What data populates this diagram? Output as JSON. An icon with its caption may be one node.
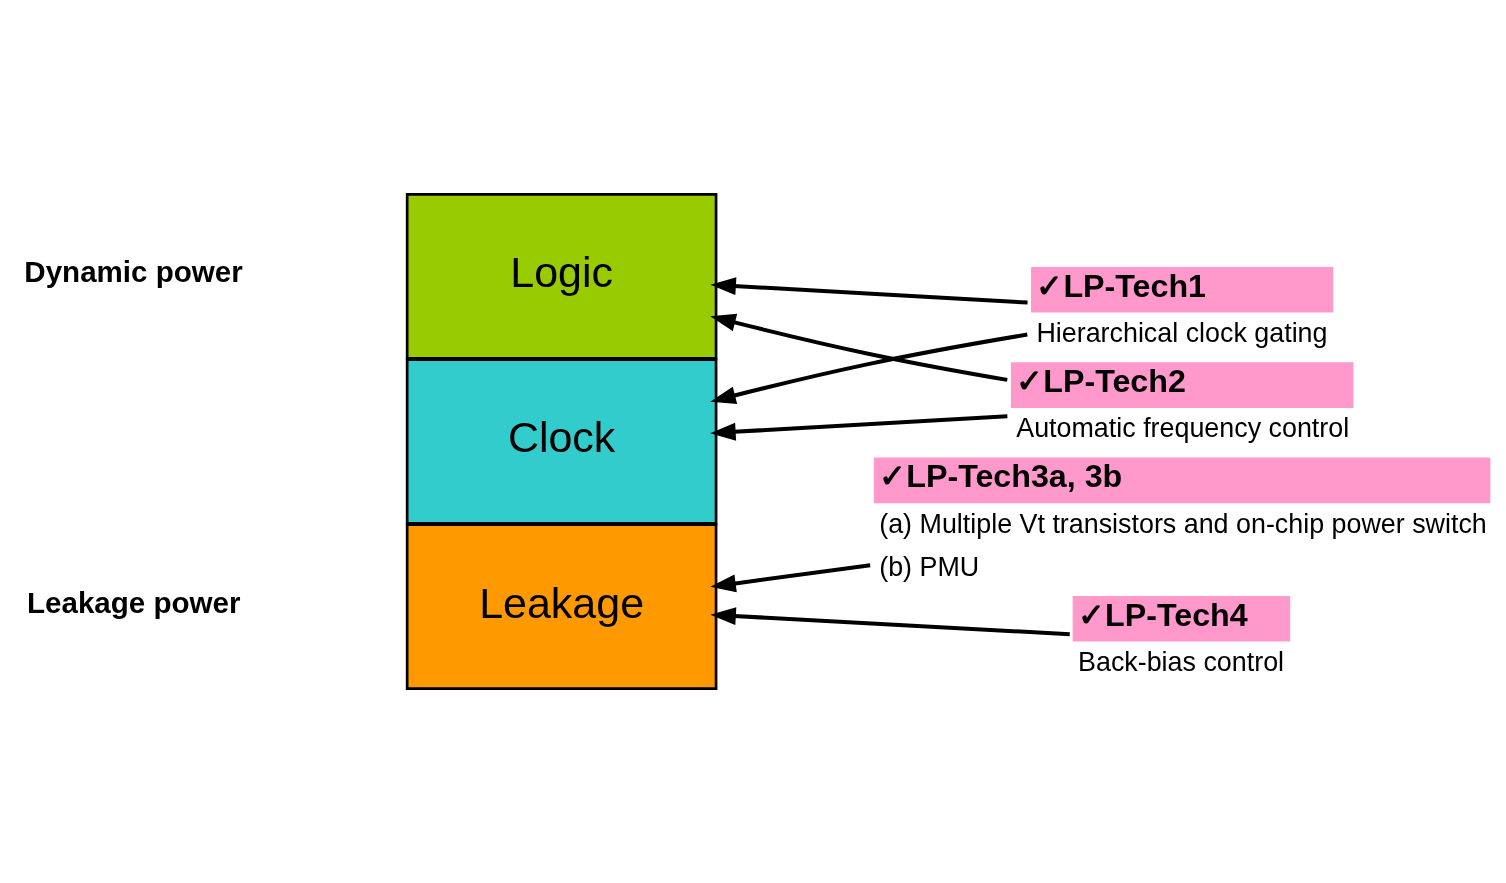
{
  "diagram": {
    "nodes": [
      {
        "text": [
          "Logic"
        ]
      },
      {
        "text": [
          "Clock"
        ]
      },
      {
        "text": [
          "Leakage"
        ]
      },
      {
        "text": [
          "✓LP-Tech1"
        ],
        "beside": [
          "Hierarchical clock gating"
        ]
      },
      {
        "text": [
          "✓LP-Tech2"
        ],
        "beside": [
          "Automatic frequency control"
        ]
      },
      {
        "text": [
          "✓LP-Tech3a, 3b"
        ],
        "beside": [
          "(a) Multiple Vt transistors and on-chip power switch",
          "(b) PMU"
        ]
      },
      {
        "text": [
          "✓LP-Tech4"
        ],
        "beside": [
          "Back-bias control"
        ]
      }
    ],
    "edges": [
      {
        "from": 3,
        "to": 0,
        "arrow": "to"
      },
      {
        "from": 3,
        "to": 1,
        "arrow": "to"
      },
      {
        "from": 4,
        "to": 0,
        "arrow": "to"
      },
      {
        "from": 4,
        "to": 1,
        "arrow": "to"
      },
      {
        "from": 5,
        "to": 2,
        "arrow": "to"
      },
      {
        "from": 6,
        "to": 2,
        "arrow": "to"
      }
    ],
    "labels": [
      "Dynamic power",
      "Leakage power"
    ]
  }
}
